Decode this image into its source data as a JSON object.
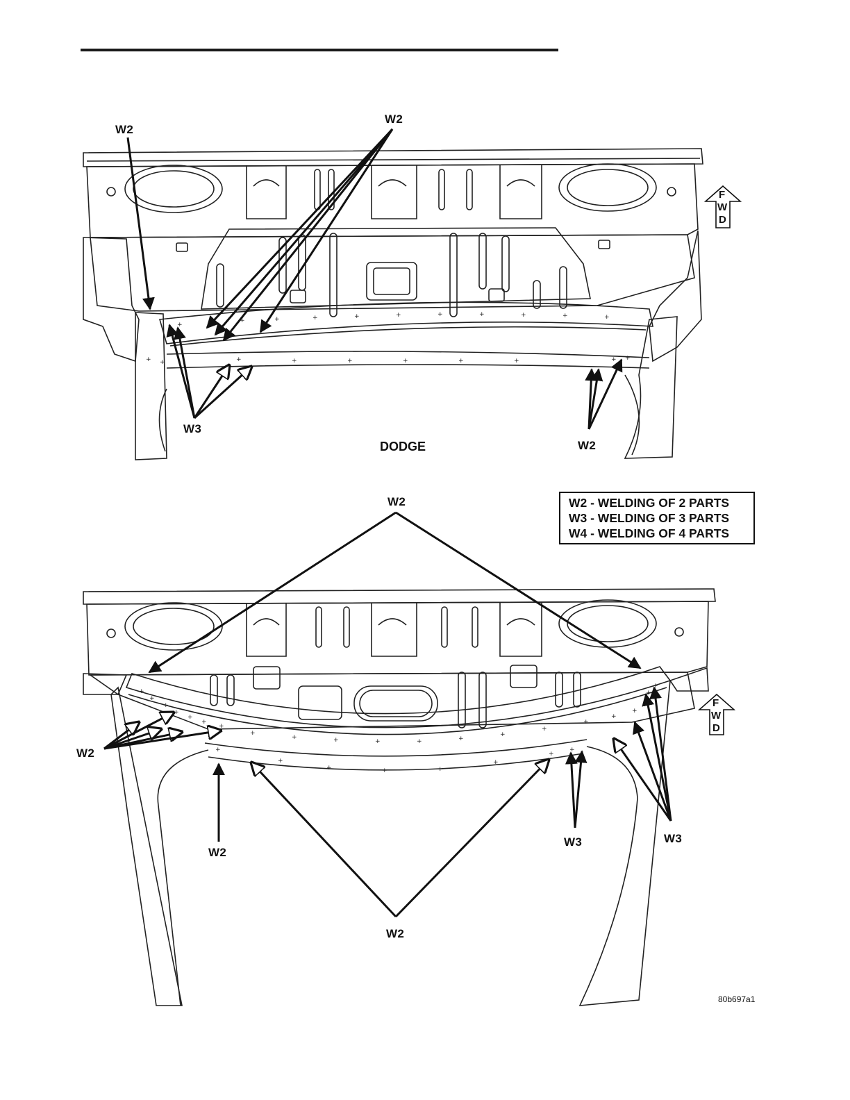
{
  "top_figure": {
    "caption": "DODGE",
    "labels": [
      "W2",
      "W2",
      "W3",
      "W2"
    ],
    "fwd_letters": [
      "F",
      "W",
      "D"
    ]
  },
  "bottom_figure": {
    "labels": [
      "W2",
      "W2",
      "W2",
      "W3",
      "W3",
      "W2"
    ],
    "fwd_letters": [
      "F",
      "W",
      "D"
    ]
  },
  "legend": {
    "lines": [
      "W2 - WELDING OF 2 PARTS",
      "W3 - WELDING OF 3 PARTS",
      "W4 - WELDING OF 4 PARTS"
    ]
  },
  "figure_code": "80b697a1"
}
